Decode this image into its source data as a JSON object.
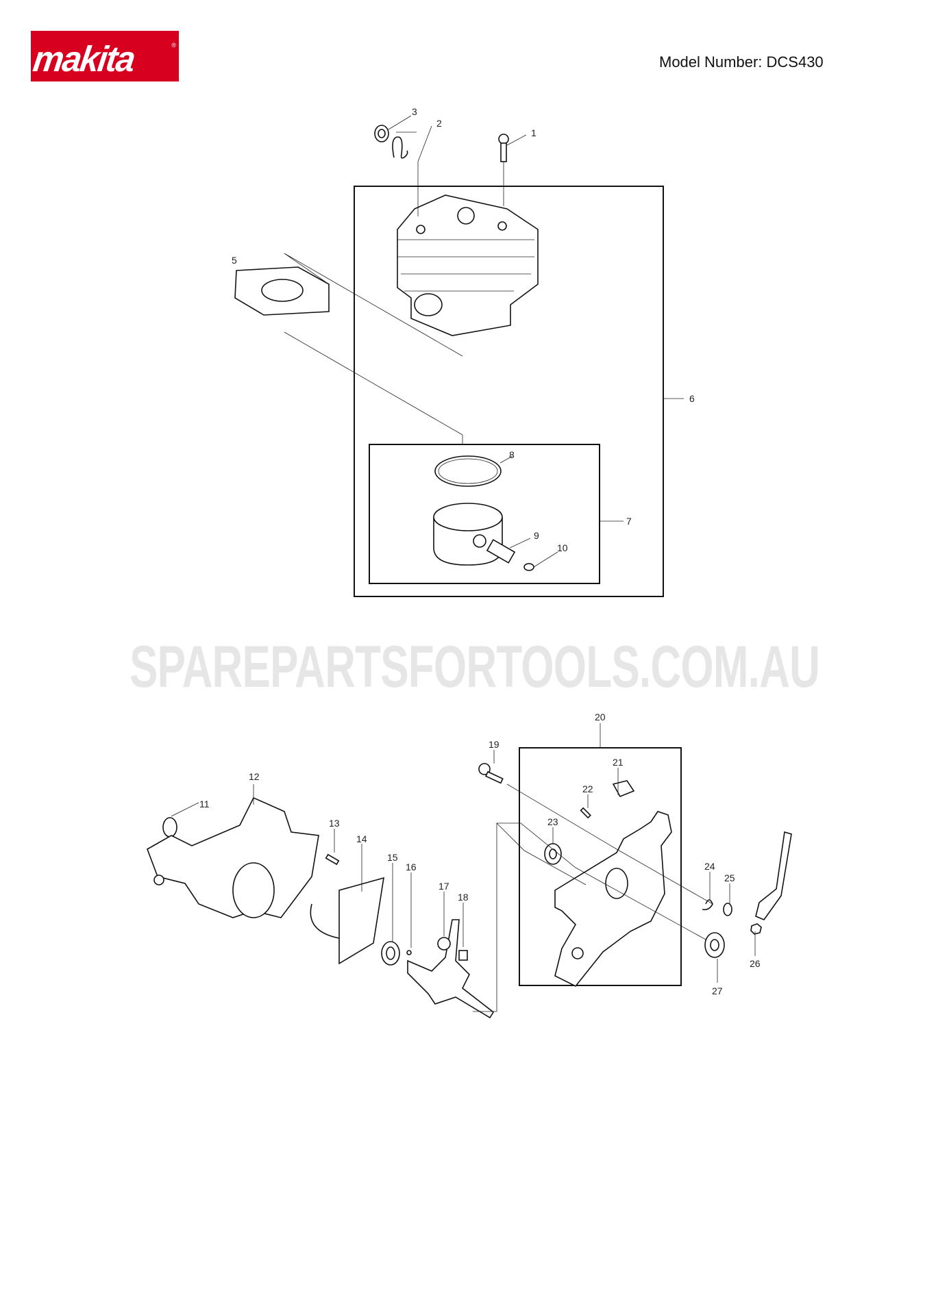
{
  "header": {
    "brand": "makita",
    "model_label": "Model Number: DCS430"
  },
  "watermark": "SPAREPARTSFORTOOLS.COM.AU",
  "diagram": {
    "callouts": [
      "1",
      "2",
      "3",
      "5",
      "6",
      "7",
      "8",
      "9",
      "10",
      "11",
      "12",
      "13",
      "14",
      "15",
      "16",
      "17",
      "18",
      "19",
      "20",
      "21",
      "22",
      "23",
      "24",
      "25",
      "26",
      "27"
    ]
  },
  "colors": {
    "brand_red": "#d7001e",
    "watermark": "#e6e6e6"
  }
}
